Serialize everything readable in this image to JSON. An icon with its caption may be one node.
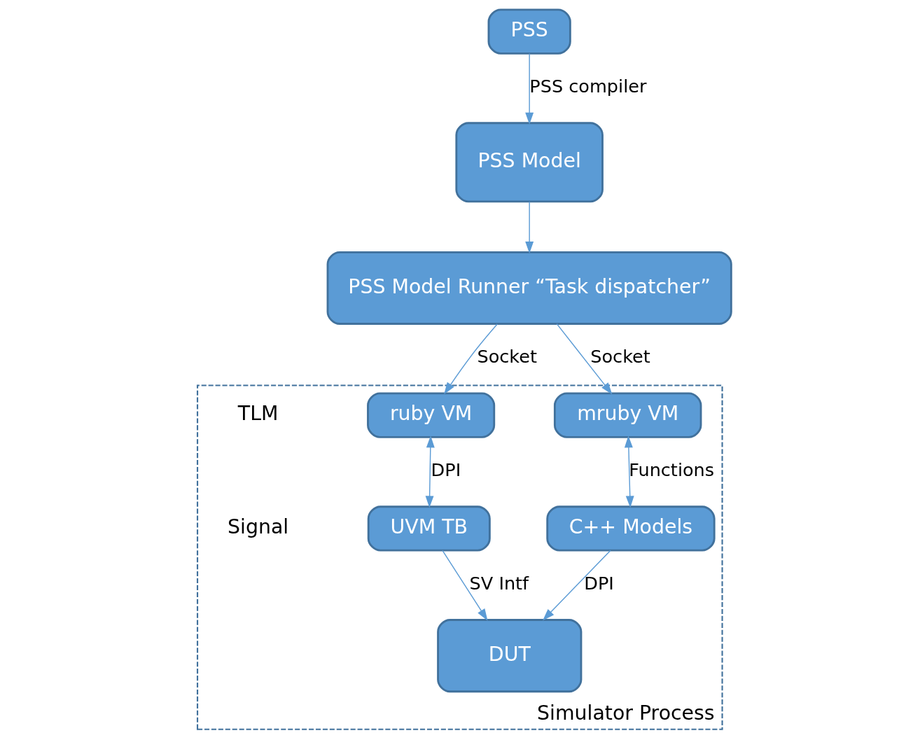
{
  "diagram": {
    "nodes": [
      {
        "text": [
          "PSS"
        ]
      },
      {
        "text": [
          "PSS Model"
        ]
      },
      {
        "text": [
          "PSS Model Runner “Task dispatcher”"
        ]
      },
      {
        "text": [
          "Simulator Process"
        ]
      },
      {
        "text": [
          "ruby VM"
        ],
        "in": 3
      },
      {
        "text": [
          "mruby VM"
        ],
        "in": 3
      },
      {
        "text": [
          "UVM TB"
        ],
        "in": 3
      },
      {
        "text": [
          "C++ Models"
        ],
        "in": 3
      },
      {
        "text": [
          "DUT"
        ],
        "in": 3
      }
    ],
    "edges": [
      {
        "from": 0,
        "to": 1,
        "arrow": "to",
        "label": "PSS compiler"
      },
      {
        "from": 1,
        "to": 2,
        "arrow": "to"
      },
      {
        "from": 2,
        "to": 4,
        "arrow": "to",
        "label": "Socket"
      },
      {
        "from": 2,
        "to": 5,
        "arrow": "to",
        "label": "Socket"
      },
      {
        "from": 4,
        "to": 6,
        "arrow": "both",
        "label": "DPI"
      },
      {
        "from": 5,
        "to": 7,
        "arrow": "both",
        "label": "Functions"
      },
      {
        "from": 6,
        "to": 8,
        "arrow": "to",
        "label": "SV Intf"
      },
      {
        "from": 7,
        "to": 8,
        "arrow": "to",
        "label": "DPI"
      }
    ],
    "labels": [
      "TLM",
      "Signal"
    ]
  }
}
